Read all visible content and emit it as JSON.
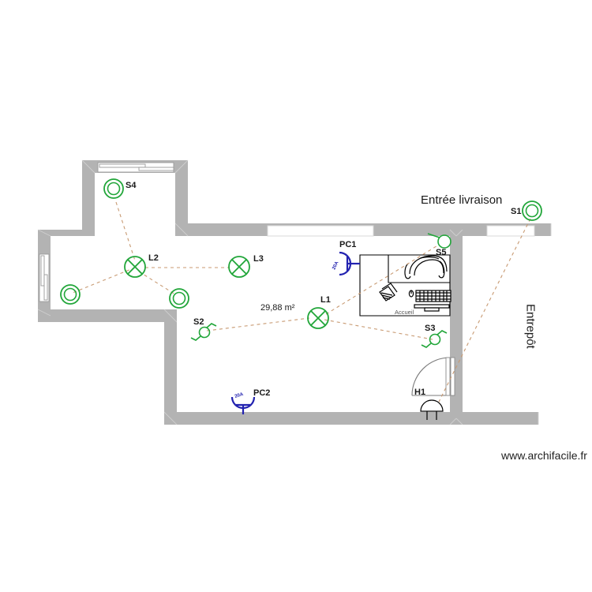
{
  "document": {
    "type": "electrical-floor-plan",
    "watermark": "www.archifacile.fr"
  },
  "rooms": [
    {
      "id": "main",
      "area_label": "29,88 m²",
      "area_value": 29.88,
      "unit": "m²"
    }
  ],
  "room_labels": [
    {
      "id": "entree-livraison",
      "text": "Entrée livraison",
      "orientation": "horizontal"
    },
    {
      "id": "entrepot",
      "text": "Entrepôt",
      "orientation": "vertical"
    }
  ],
  "furniture": [
    {
      "id": "reception-desk",
      "label": "Accueil",
      "items": [
        "keyboard-icon",
        "monitor-icon",
        "document-icon",
        "office-chair-icon"
      ]
    }
  ],
  "symbols": {
    "lights": [
      {
        "id": "L1",
        "label": "L1",
        "kind": "ceiling-light-crossed-circle",
        "color": "#22a63a"
      },
      {
        "id": "L2",
        "label": "L2",
        "kind": "ceiling-light-crossed-circle",
        "color": "#22a63a"
      },
      {
        "id": "L3",
        "label": "L3",
        "kind": "ceiling-light-crossed-circle",
        "color": "#22a63a"
      }
    ],
    "switches": [
      {
        "id": "S1",
        "label": "S1",
        "kind": "dimmer-double-circle",
        "color": "#22a63a"
      },
      {
        "id": "S2",
        "label": "S2",
        "kind": "two-way-switch",
        "color": "#22a63a"
      },
      {
        "id": "S3",
        "label": "S3",
        "kind": "two-way-switch",
        "color": "#22a63a"
      },
      {
        "id": "S4",
        "label": "S4",
        "kind": "dimmer-double-circle",
        "color": "#22a63a"
      },
      {
        "id": "S5",
        "label": "S5",
        "kind": "single-switch",
        "color": "#22a63a"
      },
      {
        "id": "SW-A",
        "label": "",
        "kind": "dimmer-double-circle",
        "color": "#22a63a"
      },
      {
        "id": "SW-B",
        "label": "",
        "kind": "dimmer-double-circle",
        "color": "#22a63a"
      }
    ],
    "outlets": [
      {
        "id": "PC1",
        "label": "PC1",
        "rating": "20A",
        "kind": "socket-outlet",
        "color": "#2222b0"
      },
      {
        "id": "PC2",
        "label": "PC2",
        "rating": "20A",
        "kind": "socket-outlet",
        "color": "#2222b0"
      }
    ],
    "other": [
      {
        "id": "H1",
        "label": "H1",
        "kind": "wall-lamp-bell",
        "color": "#000000"
      }
    ]
  },
  "colors": {
    "wall": "#b3b3b3",
    "electrical_green": "#22a63a",
    "electrical_blue": "#2222b0",
    "wire_dashed": "#c89a72",
    "text": "#1a1a1a"
  }
}
